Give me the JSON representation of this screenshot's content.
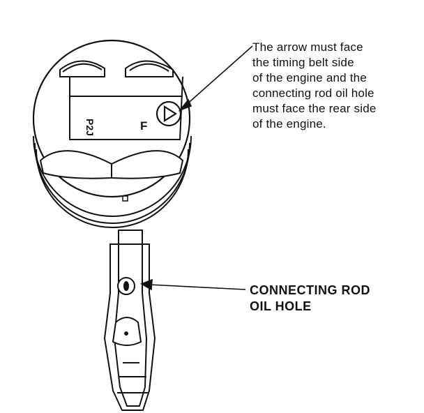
{
  "note": {
    "lines": [
      "The arrow must face",
      "the timing belt side",
      "of the engine and the",
      "connecting rod oil hole",
      "must face the rear side",
      "of the engine."
    ]
  },
  "callout": {
    "lines": [
      "CONNECTING ROD",
      "OIL HOLE"
    ]
  },
  "piston": {
    "front_mark": "F",
    "stamp": "P2J"
  },
  "colors": {
    "ink": "#111111",
    "paper": "#ffffff"
  }
}
